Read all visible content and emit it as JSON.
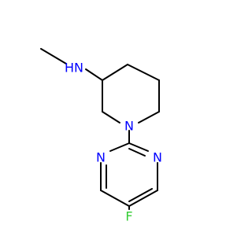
{
  "molecule": {
    "atoms": {
      "methyl_nitrogen": {
        "label": "N",
        "hydrogen": "H",
        "color": "#0000ff"
      },
      "ring_nitrogen": {
        "label": "N",
        "color": "#0000ff"
      },
      "pyrimidine_n1": {
        "label": "N",
        "color": "#0000ff"
      },
      "pyrimidine_n3": {
        "label": "N",
        "color": "#0000ff"
      },
      "fluorine": {
        "label": "F",
        "color": "#33cc33"
      }
    },
    "bond_color": "#000000"
  }
}
